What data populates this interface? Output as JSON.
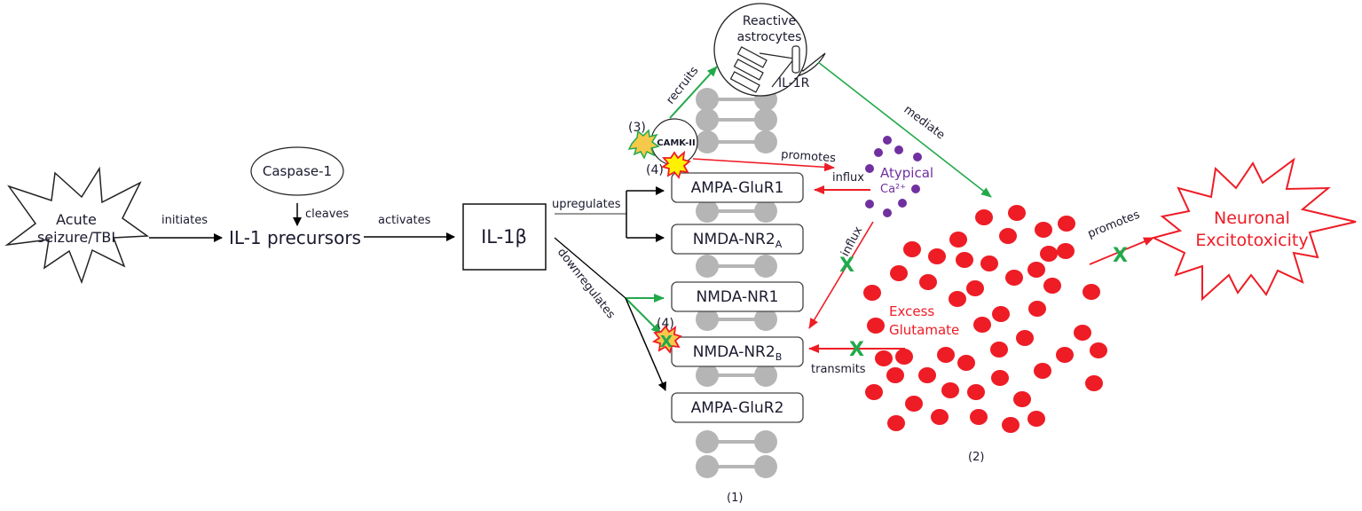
{
  "nodes": {
    "trigger": [
      "Acute",
      "seizure/TBI"
    ],
    "caspase": "Caspase-1",
    "precursors": "IL-1 precursors",
    "il1b": "IL-1β",
    "astrocytes": [
      "Reactive",
      "astrocytes"
    ],
    "il1r": "IL-1R",
    "camk": "CAMK-II",
    "calcium": [
      "Atypical",
      "Ca²⁺"
    ],
    "glutamate": [
      "Excess",
      "Glutamate"
    ],
    "outcome": [
      "Neuronal",
      "Excitotoxicity"
    ]
  },
  "receptors": [
    {
      "name": "AMPA-GluR1",
      "sub": ""
    },
    {
      "name": "NMDA-NR2",
      "sub": "A"
    },
    {
      "name": "NMDA-NR1",
      "sub": ""
    },
    {
      "name": "NMDA-NR2",
      "sub": "B"
    },
    {
      "name": "AMPA-GluR2",
      "sub": ""
    }
  ],
  "edges": {
    "initiates": "initiates",
    "cleaves": "cleaves",
    "activates": "activates",
    "upregulates": "upregulates",
    "downregulates": "downregulates",
    "recruits": "recruits",
    "mediate": "mediate",
    "promotes_ca": "promotes",
    "influx_1": "influx",
    "influx_2": "influx",
    "transmits": "transmits",
    "promotes_out": "promotes"
  },
  "markers": {
    "m3": "(3)",
    "m4a": "(4)",
    "m4b": "(4)",
    "inhibit": "X"
  },
  "panels": {
    "p1": "(1)",
    "p2": "(2)"
  },
  "colors": {
    "activation": "#22a94b",
    "excitatory": "#ee1c25",
    "calcium": "#7030a0",
    "lipid": "#b5b5b5"
  }
}
